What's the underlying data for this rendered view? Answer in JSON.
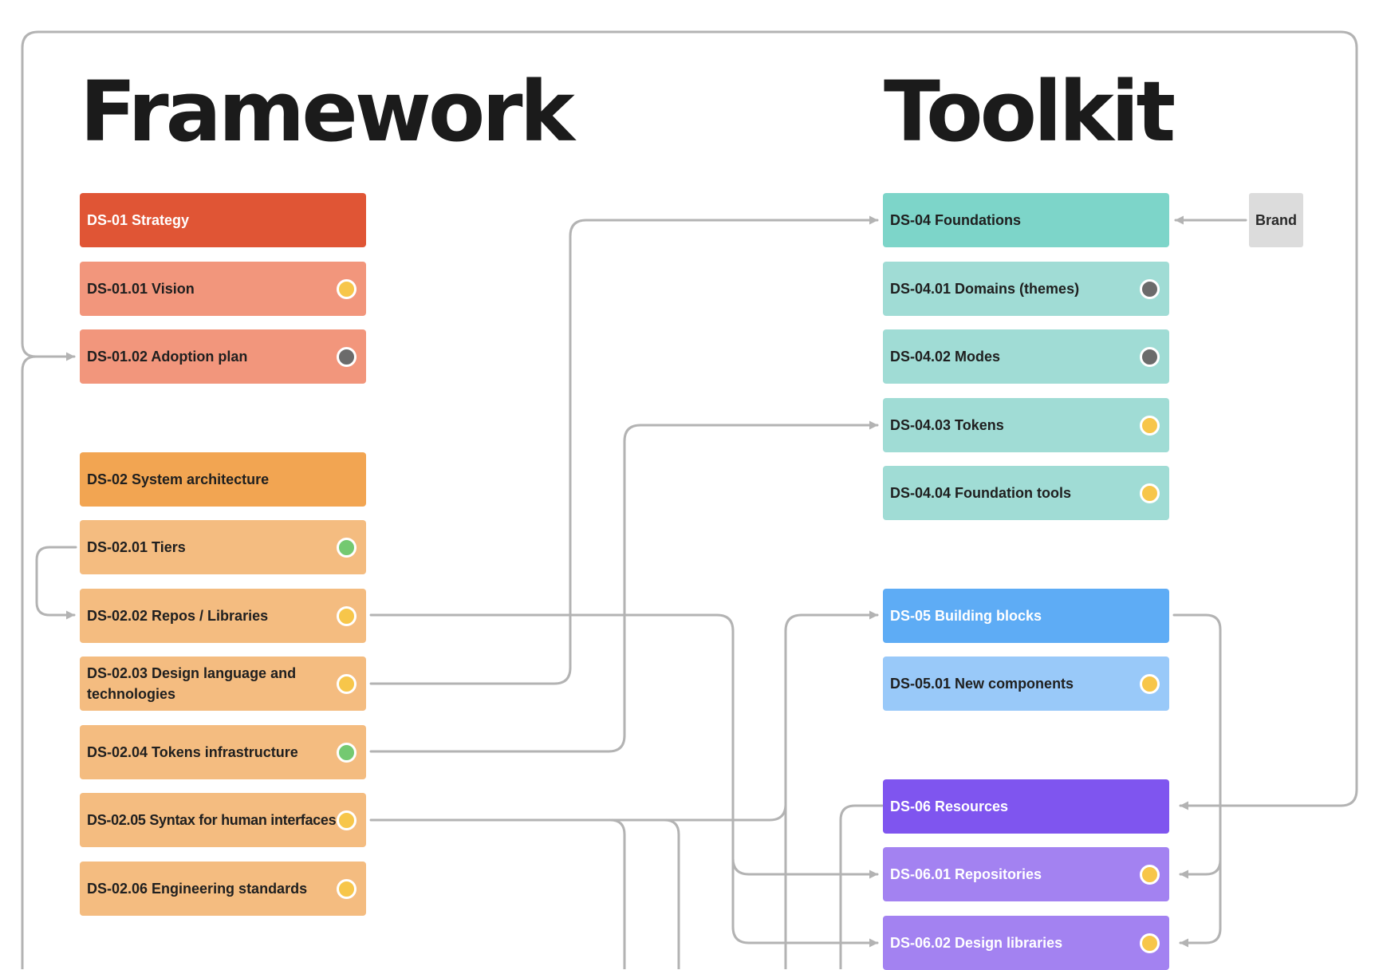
{
  "titles": {
    "framework": "Framework",
    "toolkit": "Toolkit"
  },
  "colors": {
    "connector": "#b3b3b3",
    "status_yellow": "#f7c64a",
    "status_gray": "#6b6b6b",
    "status_green": "#74c971"
  },
  "framework": {
    "ds01": "DS-01 Strategy",
    "ds01_01": "DS-01.01 Vision",
    "ds01_02": "DS-01.02 Adoption plan",
    "ds02": "DS-02 System architecture",
    "ds02_01": "DS-02.01 Tiers",
    "ds02_02": "DS-02.02 Repos / Libraries",
    "ds02_03": "DS-02.03 Design language and technologies",
    "ds02_04": "DS-02.04 Tokens infrastructure",
    "ds02_05": "DS-02.05 Syntax for human interfaces",
    "ds02_06": "DS-02.06 Engineering standards"
  },
  "toolkit": {
    "ds04": "DS-04 Foundations",
    "ds04_01": "DS-04.01 Domains (themes)",
    "ds04_02": "DS-04.02 Modes",
    "ds04_03": "DS-04.03 Tokens",
    "ds04_04": "DS-04.04 Foundation tools",
    "ds05": "DS-05 Building blocks",
    "ds05_01": "DS-05.01 New components",
    "ds06": "DS-06 Resources",
    "ds06_01": "DS-06.01 Repositories",
    "ds06_02": "DS-06.02 Design libraries",
    "brand": "Brand"
  },
  "statuses": {
    "ds01_01": "yellow",
    "ds01_02": "gray",
    "ds02_01": "green",
    "ds02_02": "yellow",
    "ds02_03": "yellow",
    "ds02_04": "green",
    "ds02_05": "yellow",
    "ds02_06": "yellow",
    "ds04_01": "gray",
    "ds04_02": "gray",
    "ds04_03": "yellow",
    "ds04_04": "yellow",
    "ds05_01": "yellow",
    "ds06_01": "yellow",
    "ds06_02": "yellow"
  }
}
